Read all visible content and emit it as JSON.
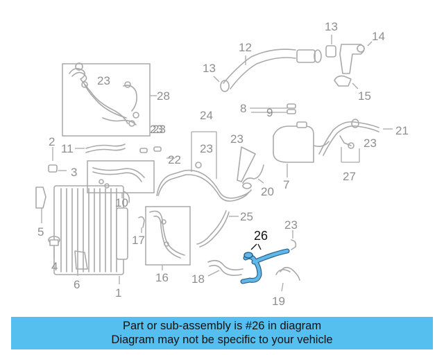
{
  "diagram": {
    "callouts": [
      {
        "id": "c1",
        "text": "1"
      },
      {
        "id": "c2",
        "text": "2"
      },
      {
        "id": "c3",
        "text": "3"
      },
      {
        "id": "c4",
        "text": "4"
      },
      {
        "id": "c5",
        "text": "5"
      },
      {
        "id": "c6",
        "text": "6"
      },
      {
        "id": "c7",
        "text": "7"
      },
      {
        "id": "c8",
        "text": "8"
      },
      {
        "id": "c9",
        "text": "9"
      },
      {
        "id": "c10",
        "text": "10"
      },
      {
        "id": "c11",
        "text": "11"
      },
      {
        "id": "c12",
        "text": "12"
      },
      {
        "id": "c13a",
        "text": "13"
      },
      {
        "id": "c13b",
        "text": "13"
      },
      {
        "id": "c14",
        "text": "14"
      },
      {
        "id": "c15",
        "text": "15"
      },
      {
        "id": "c16",
        "text": "16"
      },
      {
        "id": "c17",
        "text": "17"
      },
      {
        "id": "c18",
        "text": "18"
      },
      {
        "id": "c19",
        "text": "19"
      },
      {
        "id": "c20",
        "text": "20"
      },
      {
        "id": "c21",
        "text": "21"
      },
      {
        "id": "c22",
        "text": "22"
      },
      {
        "id": "c23a",
        "text": "23"
      },
      {
        "id": "c23b",
        "text": "23"
      },
      {
        "id": "c23c",
        "text": "23"
      },
      {
        "id": "c23d",
        "text": "23"
      },
      {
        "id": "c23e",
        "text": "23"
      },
      {
        "id": "c23f",
        "text": "23"
      },
      {
        "id": "c23g",
        "text": "23"
      },
      {
        "id": "c24",
        "text": "24"
      },
      {
        "id": "c25",
        "text": "25"
      },
      {
        "id": "c26",
        "text": "26",
        "highlighted": true
      },
      {
        "id": "c27",
        "text": "27"
      },
      {
        "id": "c28",
        "text": "28"
      }
    ],
    "highlight_color": "#4aa8dc",
    "part_color": "#a9a9a9",
    "label_color": "#8e8e8e"
  },
  "banner": {
    "line1": "Part or sub-assembly is #26 in diagram",
    "line2": "Diagram may not be specific to your vehicle",
    "background": "#55bff0"
  }
}
